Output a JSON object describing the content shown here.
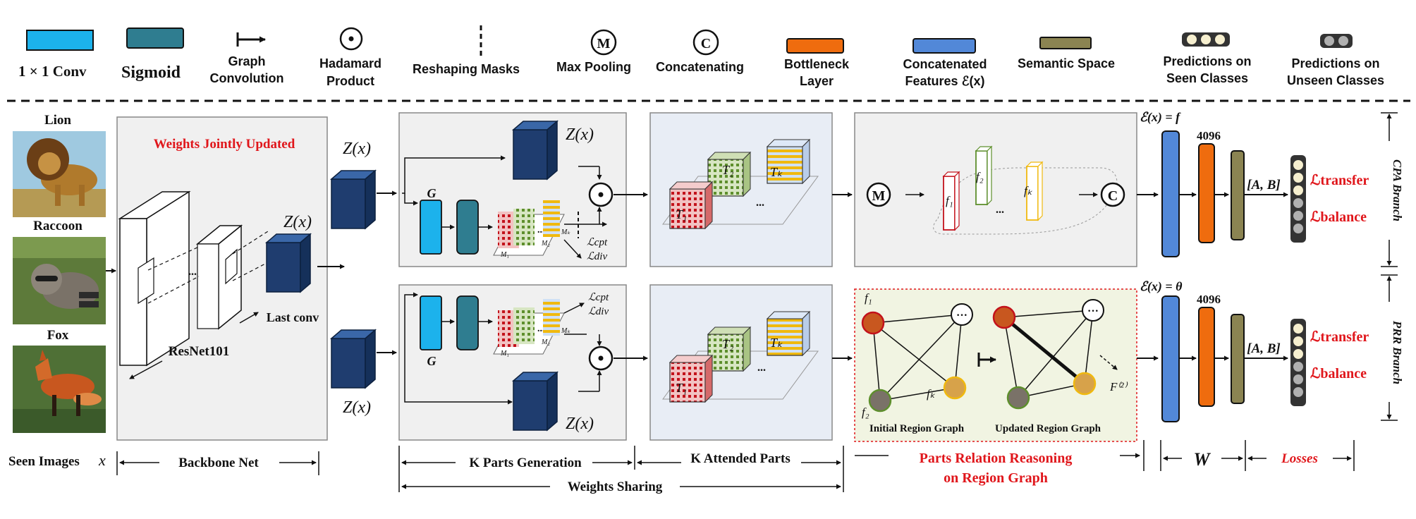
{
  "legend": {
    "conv": "1 × 1  Conv",
    "sigmoid": "Sigmoid",
    "graph_conv": [
      "Graph",
      "Convolution"
    ],
    "hadamard_symbol": "⊙",
    "hadamard": [
      "Hadamard",
      "Product"
    ],
    "reshaping": "Reshaping Masks",
    "maxpool_symbol": "M",
    "maxpool": "Max Pooling",
    "concat_symbol": "C",
    "concat": "Concatenating",
    "bottleneck": [
      "Bottleneck",
      "Layer"
    ],
    "concat_features": [
      "Concatenated",
      "Features  ℰ(x)"
    ],
    "semantic": "Semantic Space",
    "seen_pred": [
      "Predictions on",
      "Seen Classes"
    ],
    "unseen_pred": [
      "Predictions on",
      "Unseen Classes"
    ]
  },
  "images": {
    "lion": "Lion",
    "raccoon": "Raccoon",
    "fox": "Fox"
  },
  "backbone": {
    "weights_updated": "Weights Jointly Updated",
    "resnet": "ResNet101",
    "last_conv": "Last conv",
    "zx": "Z(x)"
  },
  "parts": {
    "zx": "Z(x)",
    "g": "G",
    "lcpt": "ℒcpt",
    "ldiv": "ℒdiv",
    "m1": "M₁",
    "m2": "M₂",
    "mk": "Mₖ"
  },
  "attended": {
    "t1": "T₁",
    "t2": "T₂",
    "tk": "Tₖ",
    "dots": "..."
  },
  "cpa": {
    "f1": "f₁",
    "f2": "f₂",
    "fk": "fₖ",
    "dots": "...",
    "ex": "ℰ(x) = f",
    "dim": "4096",
    "ab": "[A, B]",
    "l_transfer": "ℒtransfer",
    "l_balance": "ℒbalance",
    "branch": "CPA  Branch"
  },
  "prr": {
    "f1": "f₁",
    "f2": "f₂",
    "fk": "fₖ",
    "dots": "···",
    "f2nd": "F⁽²⁾",
    "initial": "Initial Region Graph",
    "updated": "Updated Region Graph",
    "ex": "ℰ(x) = θ",
    "dim": "4096",
    "ab": "[A, B]",
    "l_transfer": "ℒtransfer",
    "l_balance": "ℒbalance",
    "branch": "PRR  Branch"
  },
  "bottom": {
    "seen_images": "Seen Images",
    "x": "x",
    "backbone_net": "Backbone Net",
    "k_parts_gen": "K Parts Generation",
    "k_attended": "K Attended Parts",
    "weights_sharing": "Weights Sharing",
    "prr_reasoning": [
      "Parts Relation Reasoning",
      "on Region Graph"
    ],
    "w": "W",
    "losses": "Losses"
  },
  "colors": {
    "conv": "#1cb2ec",
    "sigmoid": "#2f7d90",
    "bottleneck": "#ef6c0e",
    "concat_features": "#5288d8",
    "semantic": "#8b8452",
    "dark_cube": "#1f3d6f",
    "red_text": "#e0161b"
  }
}
